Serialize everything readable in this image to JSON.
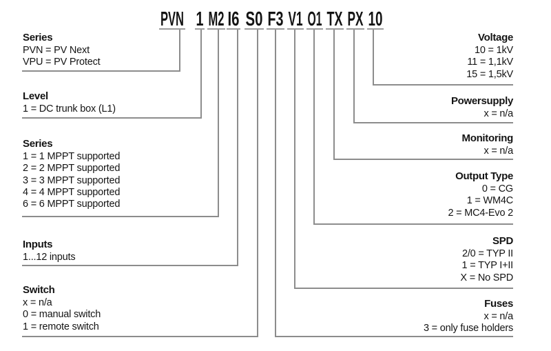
{
  "code": {
    "segments": [
      "PVN",
      "1",
      "M2",
      "I6",
      "S0",
      "F3",
      "V1",
      "O1",
      "TX",
      "PX",
      "10"
    ]
  },
  "left_sections": [
    {
      "heading": "Series",
      "items": [
        "PVN = PV Next",
        "VPU = PV Protect"
      ]
    },
    {
      "heading": "Level",
      "items": [
        "1 = DC trunk box (L1)"
      ]
    },
    {
      "heading": "Series",
      "items": [
        "1 = 1 MPPT supported",
        "2 = 2 MPPT supported",
        "3 = 3 MPPT supported",
        "4 = 4 MPPT supported",
        "6 = 6 MPPT supported"
      ]
    },
    {
      "heading": "Inputs",
      "items": [
        "1...12 inputs"
      ]
    },
    {
      "heading": "Switch",
      "items": [
        "x = n/a",
        "0 = manual switch",
        "1 = remote switch"
      ]
    }
  ],
  "right_sections": [
    {
      "heading": "Voltage",
      "items": [
        "10 = 1kV",
        "11 = 1,1kV",
        "15 = 1,5kV"
      ]
    },
    {
      "heading": "Powersupply",
      "items": [
        "x = n/a"
      ]
    },
    {
      "heading": "Monitoring",
      "items": [
        "x = n/a"
      ]
    },
    {
      "heading": "Output Type",
      "items": [
        "0 = CG",
        "1 = WM4C",
        "2 = MC4-Evo 2"
      ]
    },
    {
      "heading": "SPD",
      "items": [
        "2/0 = TYP II",
        "1 = TYP I+II",
        "X = No SPD"
      ]
    },
    {
      "heading": "Fuses",
      "items": [
        "x = n/a",
        "3 = only fuse holders"
      ]
    }
  ],
  "colors": {
    "text": "#141414",
    "connector_line": "#8c8c8c",
    "underline": "#9c9c9c",
    "background": "#ffffff"
  }
}
